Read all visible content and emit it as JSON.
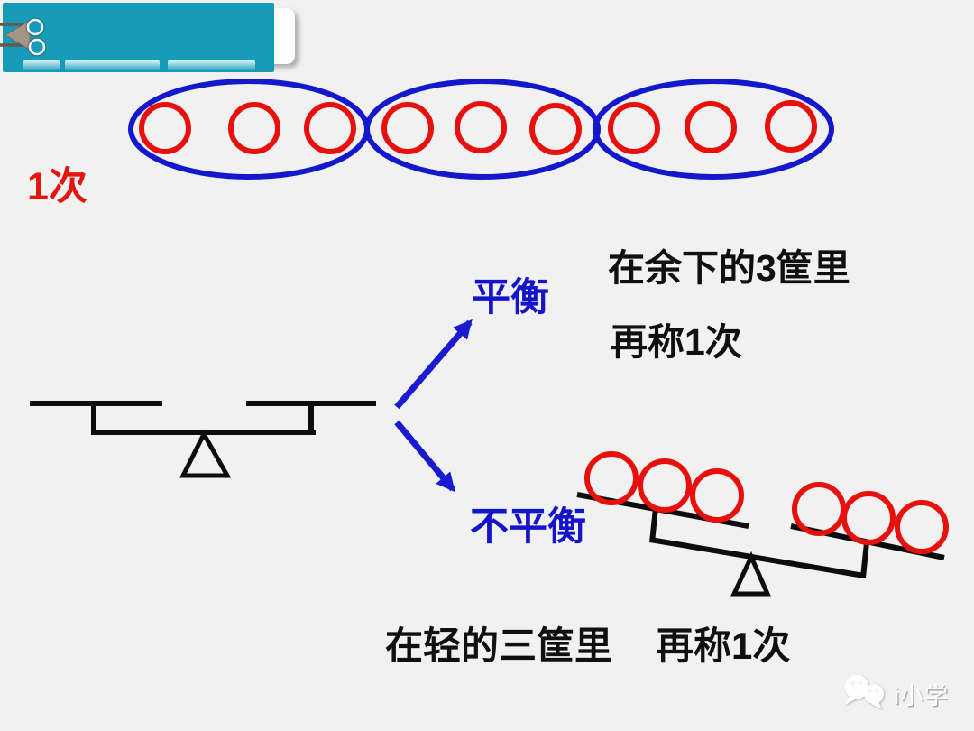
{
  "slide": {
    "background": "#f1f1f2"
  },
  "banner": {
    "kind": "back-navigation-plate",
    "color": "#169cb8"
  },
  "step1": {
    "label": "1次",
    "group_count": 3,
    "circles_per_group": 3
  },
  "decision": {
    "balanced_label": "平衡",
    "unbalanced_label": "不平衡",
    "balanced_note_line1": "在余下的3筐里",
    "balanced_note_line2": "再称1次",
    "unbalanced_note_left": "在轻的三筐里",
    "unbalanced_note_right": "再称1次"
  },
  "tilted_scale": {
    "left_circles": 3,
    "right_circles": 3
  },
  "watermark": {
    "label": "i小学"
  },
  "colors": {
    "blue": "#1418cc",
    "red": "#e8100c",
    "black": "#0d0d0d",
    "teal": "#169cb8"
  }
}
